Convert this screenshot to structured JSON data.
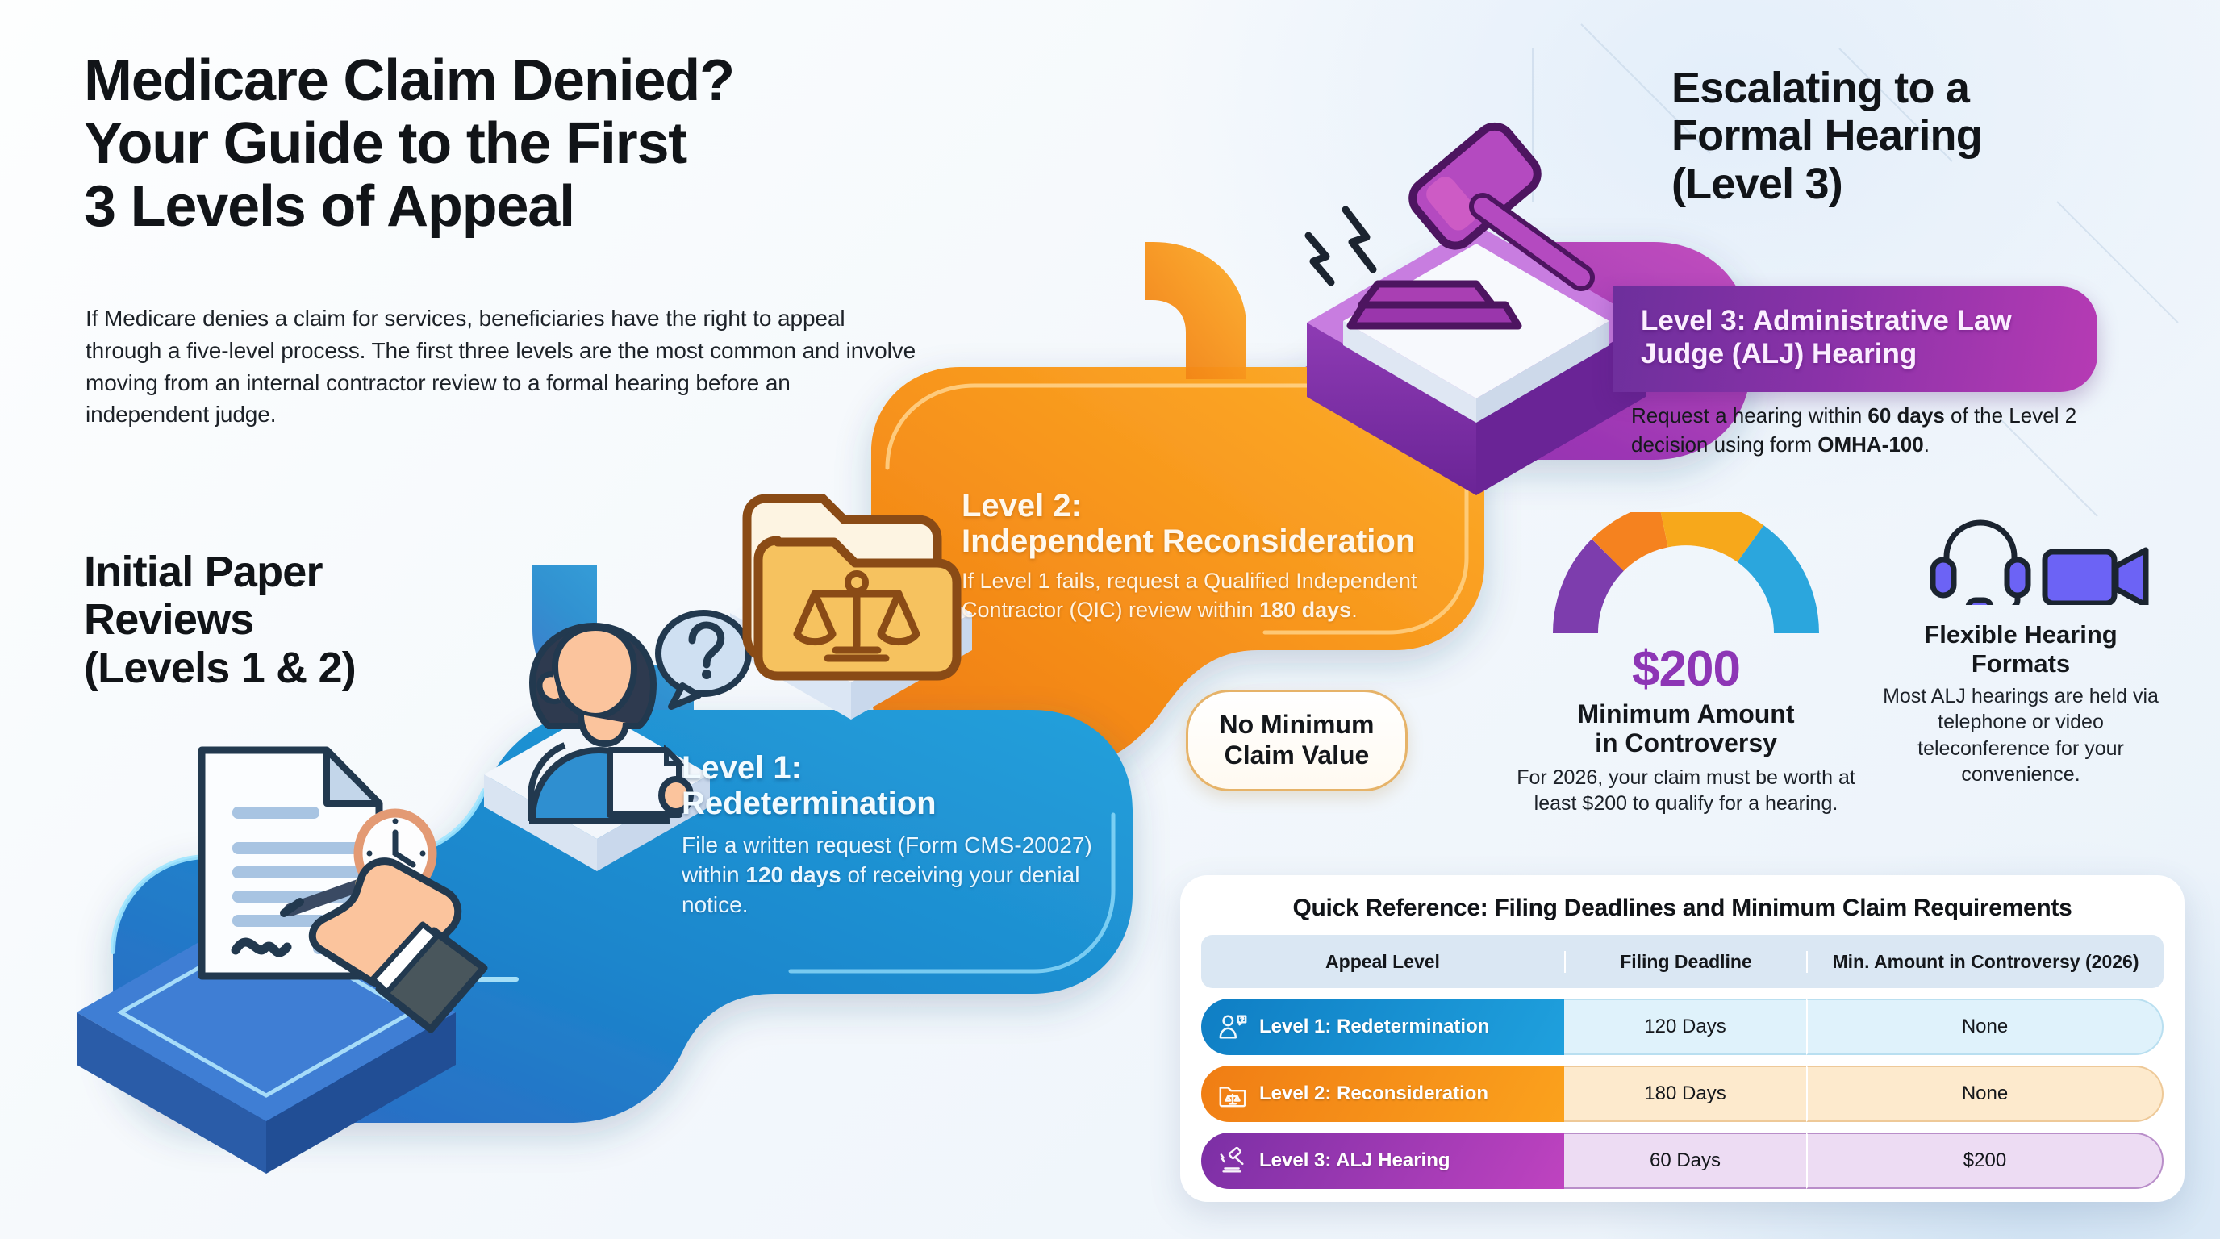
{
  "header": {
    "title_line1": "Medicare Claim Denied?",
    "title_line2": "Your Guide to the First",
    "title_line3": "3 Levels of Appeal",
    "intro": "If Medicare denies a claim for services, beneficiaries have the right to appeal through a five-level process. The first three levels are the most common and involve moving from an internal contractor review to a formal hearing before an independent judge."
  },
  "sections": {
    "left_heading_line1": "Initial Paper",
    "left_heading_line2": "Reviews",
    "left_heading_line3": "(Levels 1 & 2)",
    "right_heading_line1": "Escalating to a",
    "right_heading_line2": "Formal Hearing",
    "right_heading_line3": "(Level 3)"
  },
  "levels": {
    "level1": {
      "title_line1": "Level 1:",
      "title_line2": "Redetermination",
      "body_part1": "File a written request (Form CMS-20027) within ",
      "body_bold": "120 days",
      "body_part2": " of receiving your denial notice.",
      "color": "#1f8fd0",
      "icon": "person-with-clipboard-icon"
    },
    "level2": {
      "title_line1": "Level 2:",
      "title_line2": "Independent Reconsideration",
      "body_part1": "If Level 1 fails, request a Qualified Independent Contractor (QIC) review within ",
      "body_bold": "180 days",
      "body_part2": ".",
      "color": "#f5911e",
      "icon": "folder-with-scales-icon"
    },
    "level3": {
      "title_line1": "Level 3: Administrative Law",
      "title_line2": "Judge (ALJ) Hearing",
      "body_part1": "Request a hearing within ",
      "body_bold1": "60 days",
      "body_part2": " of the Level 2 decision using form ",
      "body_bold2": "OMHA-100",
      "body_part3": ".",
      "color": "#8a32a8",
      "icon": "gavel-icon"
    }
  },
  "badges": {
    "no_minimum_line1": "No Minimum",
    "no_minimum_line2": "Claim Value"
  },
  "stats": {
    "gauge": {
      "value": "$200",
      "label_line1": "Minimum Amount",
      "label_line2": "in Controversy",
      "description": "For 2026, your claim must be worth at least $200 to qualify for a hearing.",
      "segment_colors": [
        "#7d3dad",
        "#f5821f",
        "#f7a81b",
        "#2ba6dd"
      ]
    },
    "flexible": {
      "label_line1": "Flexible Hearing",
      "label_line2": "Formats",
      "description": "Most ALJ hearings are held via telephone or video teleconference for your convenience.",
      "icons": [
        "headset-icon",
        "video-camera-icon"
      ],
      "icon_color": "#6c63f5"
    }
  },
  "table": {
    "title": "Quick Reference: Filing Deadlines and Minimum Claim Requirements",
    "columns": [
      "Appeal Level",
      "Filing Deadline",
      "Min. Amount in Controversy (2026)"
    ],
    "rows": [
      {
        "level": "Level 1: Redetermination",
        "deadline": "120 Days",
        "minimum": "None",
        "icon": "person-question-icon",
        "accent": "#1f8fd0"
      },
      {
        "level": "Level 2: Reconsideration",
        "deadline": "180 Days",
        "minimum": "None",
        "icon": "folder-scales-icon",
        "accent": "#f5911e"
      },
      {
        "level": "Level 3: ALJ Hearing",
        "deadline": "60 Days",
        "minimum": "$200",
        "icon": "gavel-small-icon",
        "accent": "#9b36b0"
      }
    ]
  },
  "chart_data": {
    "type": "table",
    "title": "Quick Reference: Filing Deadlines and Minimum Claim Requirements",
    "categories": [
      "Level 1: Redetermination",
      "Level 2: Reconsideration",
      "Level 3: ALJ Hearing"
    ],
    "series": [
      {
        "name": "Filing Deadline (days)",
        "values": [
          120,
          180,
          60
        ]
      },
      {
        "name": "Min. Amount in Controversy 2026 ($)",
        "values": [
          0,
          0,
          200
        ]
      }
    ],
    "notes": "Levels 1 and 2 have no minimum claim value; Level 3 requires $200 minimum amount in controversy for 2026."
  }
}
